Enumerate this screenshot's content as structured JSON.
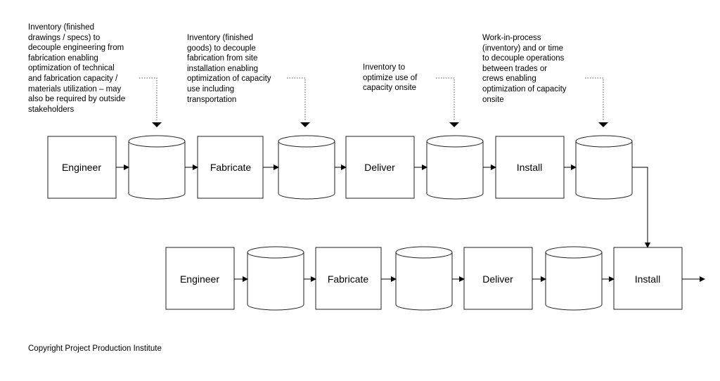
{
  "annotations": [
    {
      "lines": [
        "Inventory (finished",
        "drawings / specs) to",
        "decouple engineering from",
        "fabrication enabling",
        "optimization of technical",
        "and fabrication capacity /",
        "materials utilization – may",
        "also be required by outside",
        "stakeholders"
      ]
    },
    {
      "lines": [
        "Inventory (finished",
        "goods) to decouple",
        "fabrication from site",
        "installation enabling",
        "optimization of capacity",
        "use including",
        "transportation"
      ]
    },
    {
      "lines": [
        "Inventory to",
        "optimize use of",
        "capacity onsite"
      ]
    },
    {
      "lines": [
        "Work-in-process",
        "(inventory) and or time",
        "to decouple operations",
        "between trades or",
        "crews enabling",
        "optimization of capacity",
        "onsite"
      ]
    }
  ],
  "rows": [
    {
      "steps": [
        "Engineer",
        "Fabricate",
        "Deliver",
        "Install"
      ]
    },
    {
      "steps": [
        "Engineer",
        "Fabricate",
        "Deliver",
        "Install"
      ]
    }
  ],
  "footer": "Copyright Project Production Institute"
}
